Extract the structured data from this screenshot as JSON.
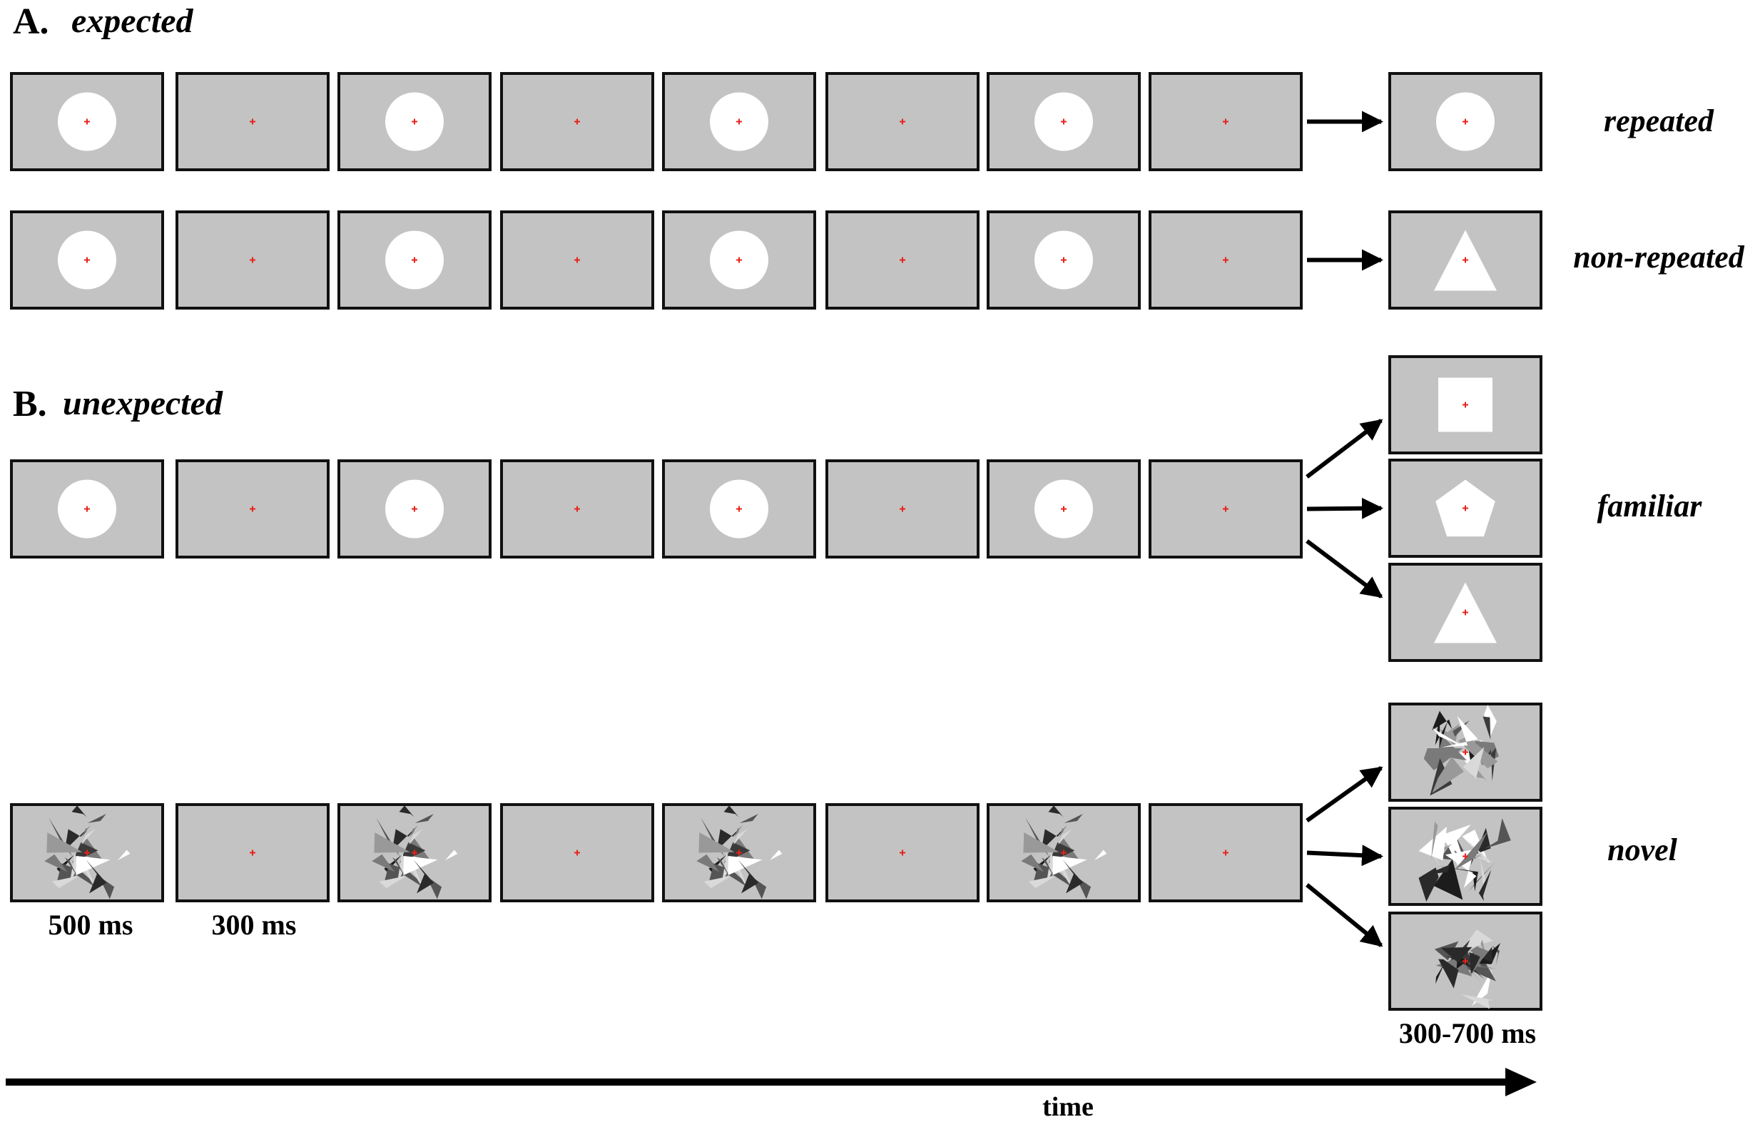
{
  "section_a": {
    "letter": "A.",
    "name": "expected"
  },
  "section_b": {
    "letter": "B.",
    "name": "unexpected"
  },
  "conditions": {
    "repeated": "repeated",
    "non_repeated": "non-repeated",
    "familiar": "familiar",
    "novel": "novel"
  },
  "durations": {
    "stimulus": "500 ms",
    "blank": "300 ms",
    "target": "300-700 ms"
  },
  "time_axis": {
    "label": "time"
  },
  "colors": {
    "screen_gray": "#c3c3c3",
    "shape_white": "#ffffff",
    "fixation_red": "#e8221c",
    "frame_black": "#111111"
  },
  "sequences": [
    {
      "stimulus": "circle",
      "targets": [
        "circle"
      ]
    },
    {
      "stimulus": "circle",
      "targets": [
        "triangle"
      ]
    },
    {
      "stimulus": "circle",
      "targets": [
        "square",
        "pentagon",
        "triangle"
      ]
    },
    {
      "stimulus": "abstract-shards",
      "targets": [
        "shards-a",
        "shards-b",
        "shards-c"
      ]
    }
  ]
}
